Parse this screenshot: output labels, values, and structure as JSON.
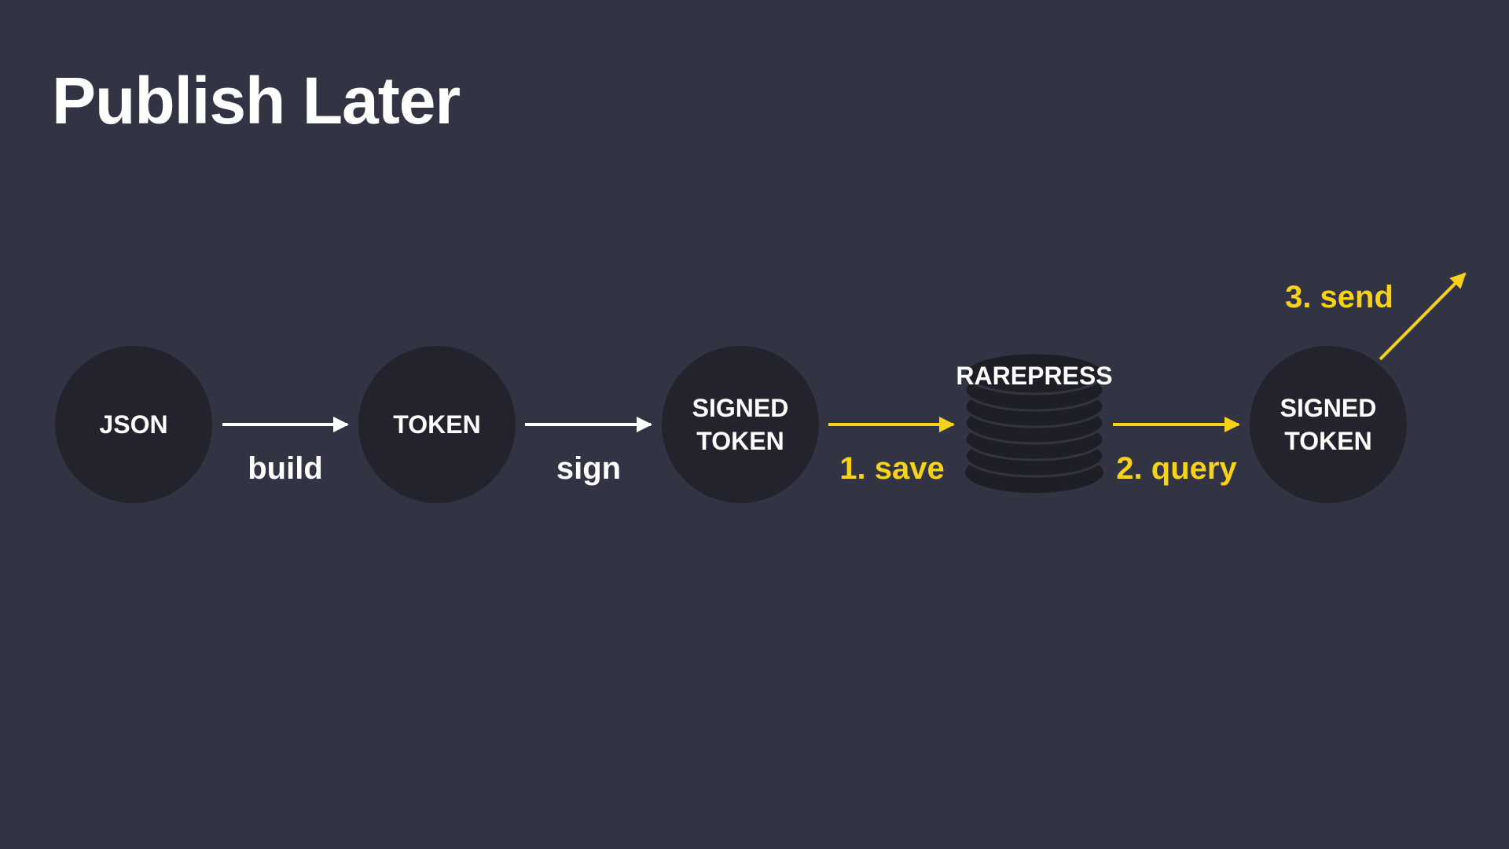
{
  "title": "Publish Later",
  "colors": {
    "background": "#323443",
    "node_fill": "#22232d",
    "primary": "#ffffff",
    "accent": "#f7d11a",
    "database": "#1d1e26"
  },
  "nodes": [
    {
      "lines": [
        "JSON"
      ]
    },
    {
      "lines": [
        "TOKEN"
      ]
    },
    {
      "lines": [
        "SIGNED",
        "TOKEN"
      ]
    },
    {
      "lines": [
        "SIGNED",
        "TOKEN"
      ]
    }
  ],
  "database": {
    "label": "RAREPRESS",
    "icon": "database-icon"
  },
  "edges": [
    {
      "label": "build",
      "color": "#ffffff"
    },
    {
      "label": "sign",
      "color": "#ffffff"
    },
    {
      "label": "1. save",
      "color": "#f7d11a"
    },
    {
      "label": "2. query",
      "color": "#f7d11a"
    },
    {
      "label": "3. send",
      "color": "#f7d11a"
    }
  ]
}
